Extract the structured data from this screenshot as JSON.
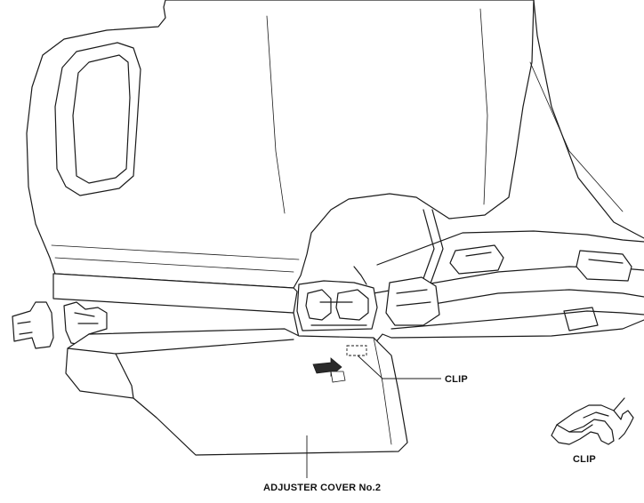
{
  "labels": {
    "clip_callout": "CLIP",
    "clip_detail": "CLIP",
    "adjuster_cover": "ADJUSTER COVER No.2"
  },
  "colors": {
    "line": "#1a1a1a",
    "background": "#ffffff",
    "arrow_fill": "#2a2a2a"
  }
}
